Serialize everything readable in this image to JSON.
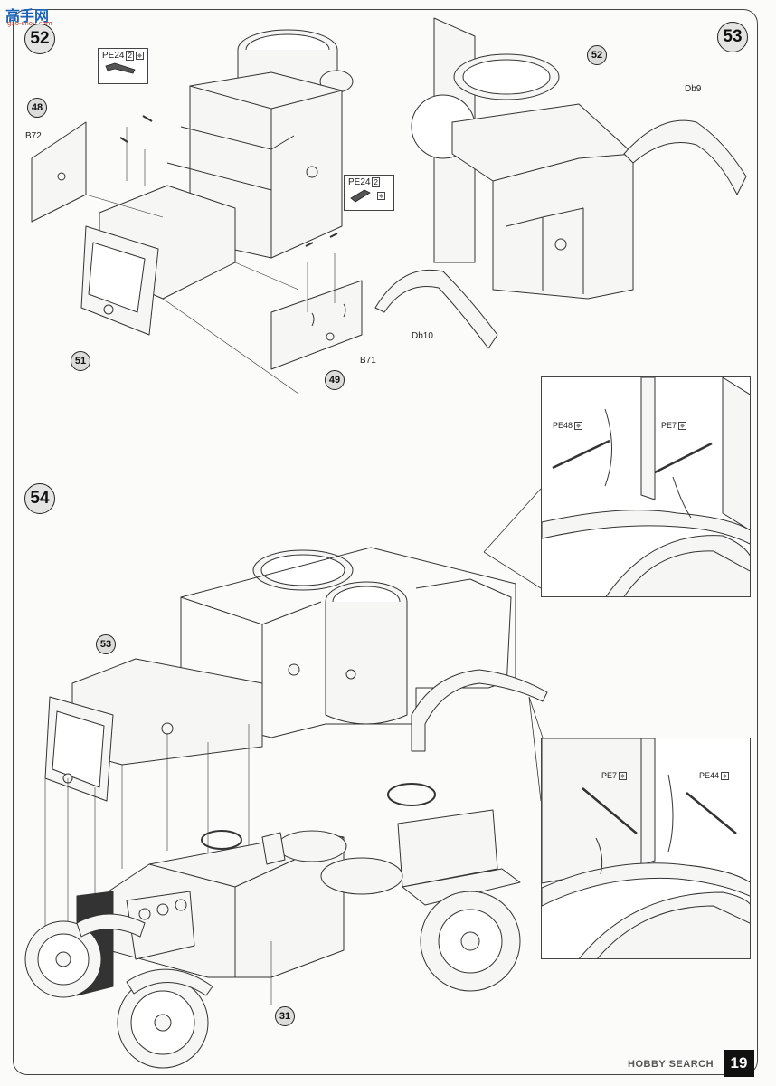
{
  "brand": {
    "logo_text": "高手网",
    "logo_sub": "gao-shou.com"
  },
  "steps": {
    "s52": "52",
    "s53": "53",
    "s54": "54"
  },
  "parts": {
    "p48": "48",
    "p49": "49",
    "p51": "51",
    "p52": "52",
    "p53": "53",
    "p31": "31"
  },
  "labels": {
    "b72": "B72",
    "b71": "B71",
    "db9": "Db9",
    "db10": "Db10"
  },
  "photoetch": {
    "pe24_top": {
      "name": "PE24",
      "qty": "2"
    },
    "pe24_side": {
      "name": "PE24",
      "qty": "2"
    },
    "pe48": {
      "name": "PE48"
    },
    "pe7_a": {
      "name": "PE7"
    },
    "pe7_b": {
      "name": "PE7"
    },
    "pe44": {
      "name": "PE44"
    }
  },
  "page_number": "19",
  "watermark": "HOBBY SEARCH",
  "colors": {
    "line": "#333333",
    "panel": "#f4f4f2",
    "badge": "#e4e4e2"
  }
}
